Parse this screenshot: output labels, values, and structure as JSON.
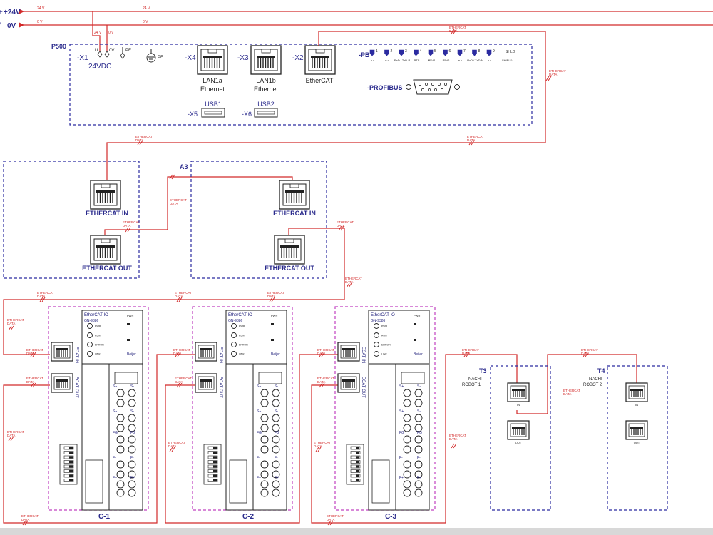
{
  "supply": {
    "plus24_label": "+24V",
    "zero_label": "0V",
    "prefix_24": "+",
    "prefix_0": "/",
    "line_tag_24": "24 V",
    "line_tag_0": "0 V"
  },
  "p500": {
    "title": "P500",
    "x1_label": "-X1",
    "x1_sub": "24VDC",
    "pin_u": "U",
    "pin_0v": "0V",
    "pin_pe": "PE",
    "ground_pe": "PE",
    "x4_label": "-X4",
    "x4_name1": "LAN1a",
    "x4_name2": "Ethernet",
    "x3_label": "-X3",
    "x3_name1": "LAN1b",
    "x3_name2": "Ethernet",
    "x2_label": "-X2",
    "x2_name": "EtherCAT",
    "x5_label": "-X5",
    "x5_name": "USB1",
    "x6_label": "-X6",
    "x6_name": "USB2",
    "pb_label": "-PB",
    "profibus_label": "-PROFIBUS",
    "shld": "SHLD",
    "pb_pins": [
      {
        "num": "1",
        "name": "n.c."
      },
      {
        "num": "2",
        "name": "n.c."
      },
      {
        "num": "3",
        "name": "RxD / TxD-P"
      },
      {
        "num": "4",
        "name": "RTS"
      },
      {
        "num": "5",
        "name": "M5V2"
      },
      {
        "num": "6",
        "name": "P5V2"
      },
      {
        "num": "7",
        "name": "n.c."
      },
      {
        "num": "8",
        "name": "RxD / TxD-N"
      },
      {
        "num": "9",
        "name": "n.c."
      }
    ],
    "shield_text": "SHIELD"
  },
  "cable_label": "ETHERCAT",
  "cable_sub": "DATA",
  "a_left": {
    "in_label": "ETHERCAT IN",
    "out_label": "ETHERCAT OUT"
  },
  "a3": {
    "title": "A3",
    "in_label": "ETHERCAT IN",
    "out_label": "ETHERCAT OUT"
  },
  "couplers": [
    {
      "id": "C-1",
      "title": "EtherCAT IO",
      "model": "GN-9386",
      "brand": "Beijer"
    },
    {
      "id": "C-2",
      "title": "EtherCAT IO",
      "model": "GN-9386",
      "brand": "Beijer"
    },
    {
      "id": "C-3",
      "title": "EtherCAT IO",
      "model": "GN-9386",
      "brand": "Beijer"
    }
  ],
  "coupler_ports": {
    "in": "ECAT IN",
    "out": "ECAT OUT"
  },
  "coupler_leds": [
    "PWR",
    "RUN",
    "ERROR",
    "LINK"
  ],
  "coupler_terms": [
    "S+",
    "S-",
    "S+",
    "S-",
    "FG",
    "FG",
    "F-",
    "F-",
    "F+",
    "F+"
  ],
  "coupler_pwr": "PWR",
  "t3": {
    "title": "T3",
    "line1": "NACHI",
    "line2": "ROBOT 1",
    "port_in": "IN",
    "port_out": "OUT"
  },
  "t4": {
    "title": "T4",
    "line1": "NACHI",
    "line2": "ROBOT 2",
    "port_in": "IN",
    "port_out": "OUT"
  },
  "colors": {
    "wire": "#d22a2a",
    "box": "#2b2ba0",
    "coupler_box": "#c040c0",
    "text": "#1f1f7a"
  }
}
